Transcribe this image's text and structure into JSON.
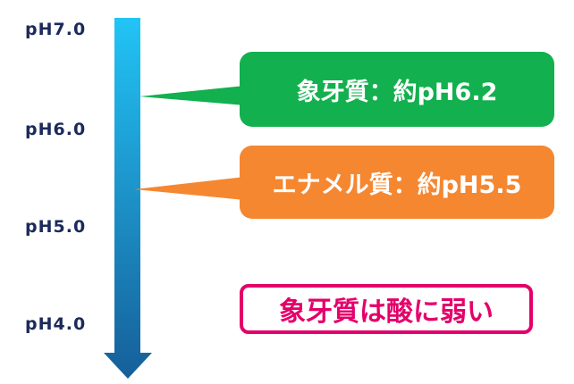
{
  "axis": {
    "labels": [
      "pH7.0",
      "pH6.0",
      "pH5.0",
      "pH4.0"
    ],
    "gradient_top": "#22c4f6",
    "gradient_bottom": "#165f99"
  },
  "callouts": {
    "dentin": {
      "text": "象牙質：約pH6.2",
      "color": "#12b04e"
    },
    "enamel": {
      "text": "エナメル質：約pH5.5",
      "color": "#f58731"
    }
  },
  "note": {
    "text": "象牙質は酸に弱い",
    "color": "#e4006a"
  }
}
